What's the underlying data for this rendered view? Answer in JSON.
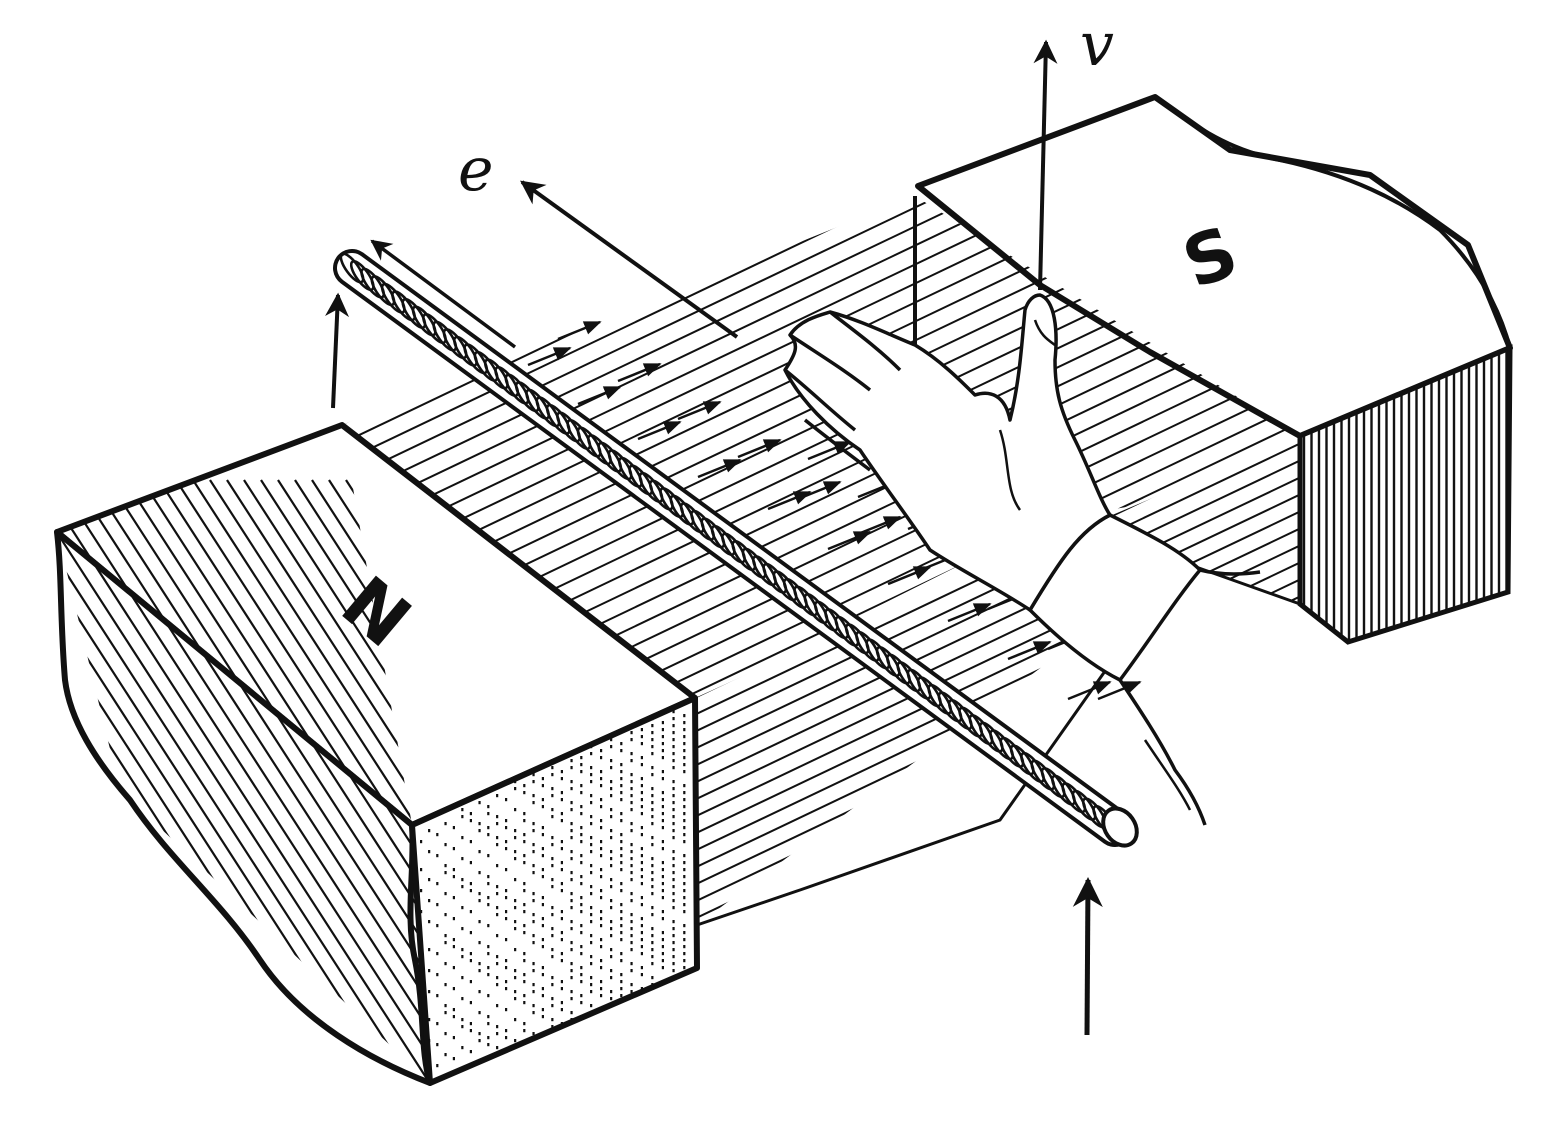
{
  "diagram": {
    "labels": {
      "north_pole": "N",
      "south_pole": "S",
      "emf": "e",
      "velocity": "v"
    },
    "colors": {
      "ink": "#111111",
      "paper": "#ffffff"
    }
  }
}
